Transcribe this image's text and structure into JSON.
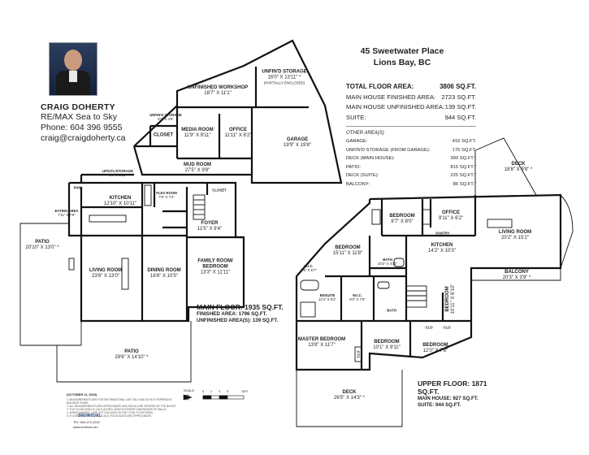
{
  "agent": {
    "name": "CRAIG DOHERTY",
    "brokerage": "RE/MAX Sea to Sky",
    "phone": "Phone: 604 396 9555",
    "email": "craig@craigdoherty.ca"
  },
  "property": {
    "street": "45 Sweetwater Place",
    "city": "Lions Bay, BC"
  },
  "areas": [
    {
      "label": "TOTAL FLOOR AREA:",
      "value": "3806 SQ.FT."
    },
    {
      "label": "MAIN HOUSE FINISHED AREA:",
      "value": "2723 SQ.FT."
    },
    {
      "label": "MAIN HOUSE UNFINISHED AREA:",
      "value": "139 SQ.FT."
    },
    {
      "label": "SUITE:",
      "value": "944 SQ.FT."
    }
  ],
  "other_areas_heading": "OTHER AREA(S)",
  "other_areas": [
    {
      "label": "GARAGE:",
      "value": "416 SQ.FT."
    },
    {
      "label": "UNFIN'D STORAGE (FROM GARAGE):",
      "value": "176 SQ.FT."
    },
    {
      "label": "DECK (MAIN HOUSE):",
      "value": "390 SQ.FT.*"
    },
    {
      "label": "PATIO:",
      "value": "815 SQ.FT.*"
    },
    {
      "label": "DECK (SUITE):",
      "value": "225 SQ.FT.*"
    },
    {
      "label": "BALCONY:",
      "value": "86 SQ.FT.*"
    }
  ],
  "main_floor": {
    "title": "MAIN FLOOR: 1935 SQ.FT.",
    "finished": "FINISHED AREA: 1796 SQ.FT.",
    "unfinished": "UNFINISHED AREA(S): 139 SQ.FT.",
    "rooms": [
      {
        "name": "UNFIN'D STORAGE",
        "dims": "16'0\" X 13'11\" *",
        "note": "(PARTIALLY ENCLOSED)"
      },
      {
        "name": "UNFINISHED WORKSHOP",
        "dims": "18'7\" X 11'1\""
      },
      {
        "name": "GARAGE",
        "dims": "19'9\" X 19'8\""
      },
      {
        "name": "MEDIA ROOM",
        "dims": "11'9\" X 9'11\""
      },
      {
        "name": "OFFICE",
        "dims": "11'11\" X 8'2\""
      },
      {
        "name": "CLOSET",
        "dims": ""
      },
      {
        "name": "UNFIN'D STORAGE",
        "dims": "6'0\" X 4'6\""
      },
      {
        "name": "MUD ROOM",
        "dims": "27'5\" X 9'9\""
      },
      {
        "name": "UP/UTL/STORAGE",
        "dims": "8'8\" X 3'10\""
      },
      {
        "name": "KITCHEN",
        "dims": "12'10\" X 10'11\""
      },
      {
        "name": "PAN",
        "dims": ""
      },
      {
        "name": "EATING AREA",
        "dims": "7'11\" X 7'9\""
      },
      {
        "name": "FLEX ROOM",
        "dims": "7'8\" X 7'2\""
      },
      {
        "name": "CLOSET",
        "dims": ""
      },
      {
        "name": "FOYER",
        "dims": "11'5\" X 9'4\""
      },
      {
        "name": "PATIO",
        "dims": "20'10\" X 13'0\" *"
      },
      {
        "name": "LIVING ROOM",
        "dims": "23'6\" X 13'0\""
      },
      {
        "name": "DINING ROOM",
        "dims": "16'6\" X 10'5\""
      },
      {
        "name": "FAMILY ROOM/ BEDROOM",
        "dims": "13'3\" X 11'11\""
      },
      {
        "name": "PATIO",
        "dims": "29'6\" X 14'10\" *"
      }
    ]
  },
  "upper_floor": {
    "title": "UPPER FLOOR: 1871 SQ.FT.",
    "main_house": "MAIN HOUSE: 927 SQ.FT.",
    "suite": "SUITE: 944 SQ.FT.",
    "rooms": [
      {
        "name": "DECK",
        "dims": "18'8\" X 9'8\" *"
      },
      {
        "name": "BEDROOM",
        "dims": "8'7\" X 8'0\""
      },
      {
        "name": "OFFICE",
        "dims": "9'11\" X 6'2\""
      },
      {
        "name": "LIVING ROOM",
        "dims": "20'2\" X 15'2\""
      },
      {
        "name": "PANTRY",
        "dims": ""
      },
      {
        "name": "BEDROOM",
        "dims": "15'11\" X 11'8\""
      },
      {
        "name": "KITCHEN",
        "dims": "14'2\" X 10'3\""
      },
      {
        "name": "BATH",
        "dims": "10'2\" X 4'11\""
      },
      {
        "name": "BALCONY",
        "dims": "20'3\" X 3'9\" *"
      },
      {
        "name": "W.I.C.",
        "dims": "6'6\" X 5'7\""
      },
      {
        "name": "ENSUITE",
        "dims": "12'4\" X 9'2\""
      },
      {
        "name": "W.I.C.",
        "dims": "8'2\" X 7'6\""
      },
      {
        "name": "BATH",
        "dims": ""
      },
      {
        "name": "BEDROOM",
        "dims": "10'11\" X 6'10\""
      },
      {
        "name": "MASTER BEDROOM",
        "dims": "13'8\" X 11'7\""
      },
      {
        "name": "BEDROOM",
        "dims": "10'1\" X 9'11\""
      },
      {
        "name": "BEDROOM",
        "dims": "12'0\" X 7'8\""
      },
      {
        "name": "CLO",
        "dims": ""
      },
      {
        "name": "CLO",
        "dims": ""
      },
      {
        "name": "CLO",
        "dims": ""
      },
      {
        "name": "DECK",
        "dims": "26'5\" X 14'3\" *"
      }
    ]
  },
  "footer": {
    "date": "(OCTOBER 11, 2023)",
    "scale_label": "SCALE",
    "scale_ticks": [
      "0",
      "1",
      "3",
      "5",
      "10FT"
    ],
    "brand": "SRVIRTUAL",
    "phone": "TEL: 604-271-4244",
    "web": "www.srvirtual.com",
    "disclaimer": [
      "1. MEASUREMENTS ARE FOR INFORMATIONAL USE ONLY AND DO NOT REPRESENT BUILDING PLANS.",
      "2. ALL MEASUREMENTS ARE APPROXIMATE AND SHOULD BE VERIFIED BY THE BUYER.",
      "3. THE FLOOR AREA IS CALCULATED USING EXTERIOR DIMENSIONS OF WALLS.",
      "4. AREAS MARKED * ARE NOT INCLUDED IN THE TOTAL FLOOR AREA.",
      "5. FLOOR PLAN IS NOT TO SCALE. ROOM SIZES ARE APPROXIMATE."
    ]
  },
  "colors": {
    "line": "#111111",
    "photo_bg": "#1b2a44",
    "brand": "#2a4f8a"
  },
  "icons": [
    "agent-photo",
    "north-arrow-icon",
    "scale-bar-icon",
    "stairs-icon"
  ]
}
